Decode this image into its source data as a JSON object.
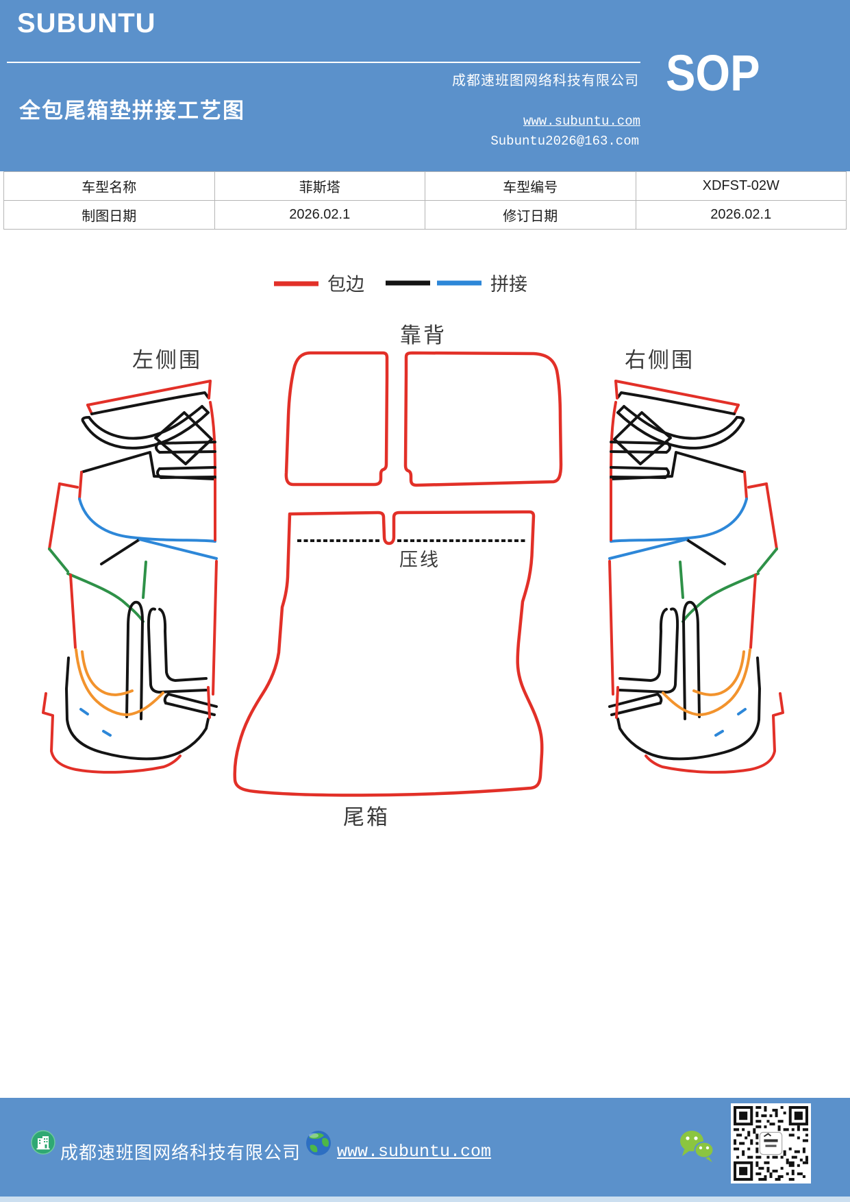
{
  "header": {
    "brand": "SUBUNTU",
    "company": "成都速班图网络科技有限公司",
    "title": "全包尾箱垫拼接工艺图",
    "website": "www.subuntu.com",
    "email": "Subuntu2026@163.com",
    "sop_badge": "SOP"
  },
  "info_table": {
    "rows": [
      {
        "label1": "车型名称",
        "value1": "菲斯塔",
        "label2": "车型编号",
        "value2": "XDFST-02W"
      },
      {
        "label1": "制图日期",
        "value1": "2026.02.1",
        "label2": "修订日期",
        "value2": "2026.02.1"
      }
    ]
  },
  "legend": {
    "binding_label": "包边",
    "stitch_label": "拼接",
    "binding_color": "#e23028",
    "stitch_colors": [
      "#141414",
      "#2d87d8"
    ]
  },
  "diagram": {
    "labels": {
      "left_side": "左侧围",
      "backrest": "靠背",
      "right_side": "右侧围",
      "press_line": "压线",
      "trunk": "尾箱"
    },
    "stroke_colors": {
      "edge_red": "#e23028",
      "stitch_black": "#141414",
      "stitch_blue": "#2d87d8",
      "stitch_green": "#2e9148",
      "stitch_orange": "#f2932d"
    }
  },
  "footer": {
    "company": "成都速班图网络科技有限公司",
    "website": "www.subuntu.com"
  },
  "theme": {
    "header_blue": "#5b91cb",
    "footer_strip": "#ccdff0",
    "page_bg": "#ffffff",
    "table_border": "#b5b5b5",
    "text_dark": "#222222",
    "label_gray": "#3a3a3a"
  }
}
